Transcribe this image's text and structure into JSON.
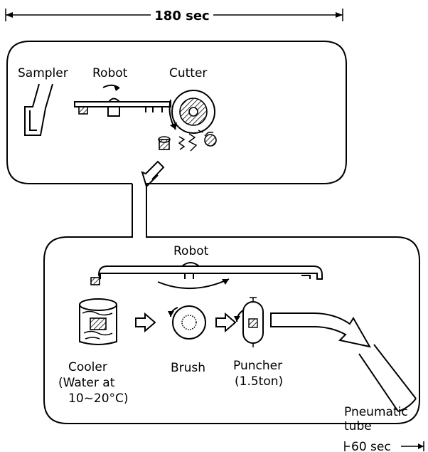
{
  "timing": {
    "total": "180 sec",
    "tube": "60 sec"
  },
  "upper_stage": {
    "sampler_label": "Sampler",
    "robot_label": "Robot",
    "cutter_label": "Cutter"
  },
  "lower_stage": {
    "robot_label": "Robot",
    "cooler_label": "Cooler",
    "cooler_note_line1": "(Water at",
    "cooler_note_line2": "10~20°C)",
    "brush_label": "Brush",
    "puncher_label": "Puncher",
    "puncher_note": "(1.5ton)"
  },
  "output": {
    "tube_line1": "Pneumatic",
    "tube_line2": "tube"
  }
}
